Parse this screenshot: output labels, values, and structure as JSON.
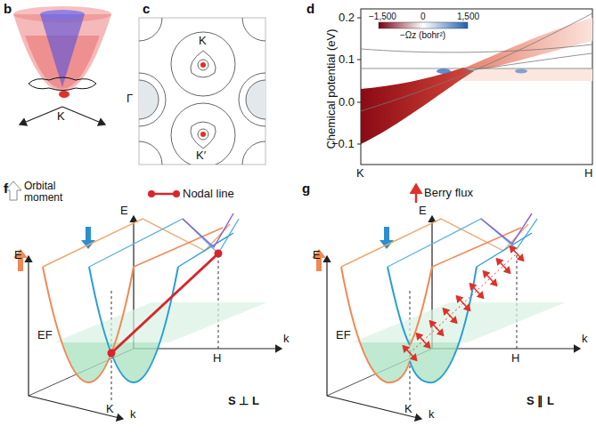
{
  "diagram": {
    "labels": [
      "b",
      "K",
      "c",
      "K",
      "Γ",
      "K′",
      "d",
      "Chemical potential (eV)",
      "0.2",
      "0.1",
      "0.0",
      "−0.1",
      "−1,500",
      "0",
      "1,500",
      "−Ωz (bohr²)",
      "K",
      "H",
      "f",
      "E",
      "E",
      "EF",
      "K",
      "H",
      "k",
      "k",
      "S ⊥ L",
      "g",
      "E",
      "E",
      "EF",
      "K",
      "H",
      "k",
      "k",
      "S ∥ L"
    ],
    "legend": [
      {
        "text": "Orbital moment"
      },
      {
        "text": "Nodal line"
      },
      {
        "text": "Berry flux"
      }
    ]
  }
}
